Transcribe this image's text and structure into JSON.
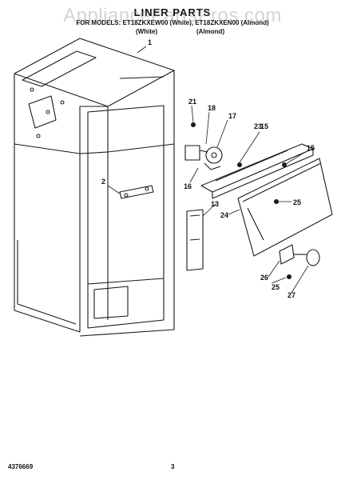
{
  "header": {
    "title": "LINER PARTS",
    "models": "FOR MODELS: ET18ZKXEW00 (White), ET18ZKXEN00 (Almond)",
    "sub_left": "(White)",
    "sub_right": "(Almond)"
  },
  "watermark": "AppliancePartsPros.com",
  "callouts": [
    "1",
    "2",
    "13",
    "15",
    "15",
    "16",
    "17",
    "18",
    "21",
    "23",
    "24",
    "25",
    "25",
    "26",
    "27"
  ],
  "footer": {
    "doc_number": "4376669",
    "page_number": "3"
  }
}
